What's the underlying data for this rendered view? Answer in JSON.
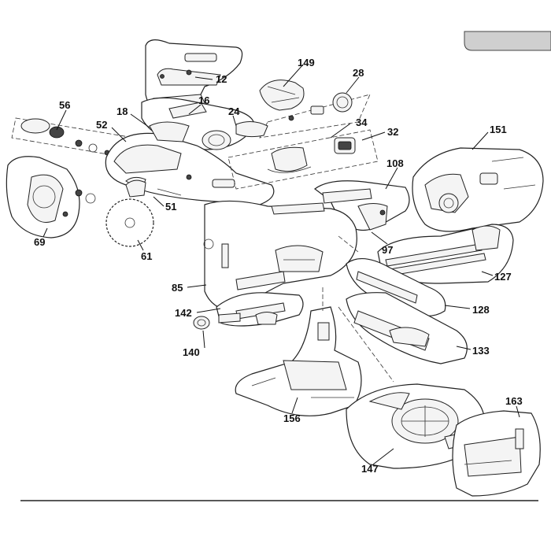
{
  "callouts": [
    {
      "id": "c149",
      "label": "149"
    },
    {
      "id": "c28",
      "label": "28"
    },
    {
      "id": "c12",
      "label": "12"
    },
    {
      "id": "c56",
      "label": "56"
    },
    {
      "id": "c16",
      "label": "16"
    },
    {
      "id": "c18",
      "label": "18"
    },
    {
      "id": "c24",
      "label": "24"
    },
    {
      "id": "c34",
      "label": "34"
    },
    {
      "id": "c52",
      "label": "52"
    },
    {
      "id": "c32",
      "label": "32"
    },
    {
      "id": "c151",
      "label": "151"
    },
    {
      "id": "c108",
      "label": "108"
    },
    {
      "id": "c51",
      "label": "51"
    },
    {
      "id": "c69",
      "label": "69"
    },
    {
      "id": "c61",
      "label": "61"
    },
    {
      "id": "c97",
      "label": "97"
    },
    {
      "id": "c85",
      "label": "85"
    },
    {
      "id": "c127",
      "label": "127"
    },
    {
      "id": "c142",
      "label": "142"
    },
    {
      "id": "c128",
      "label": "128"
    },
    {
      "id": "c140",
      "label": "140"
    },
    {
      "id": "c133",
      "label": "133"
    },
    {
      "id": "c156",
      "label": "156"
    },
    {
      "id": "c163",
      "label": "163"
    },
    {
      "id": "c147",
      "label": "147"
    }
  ]
}
